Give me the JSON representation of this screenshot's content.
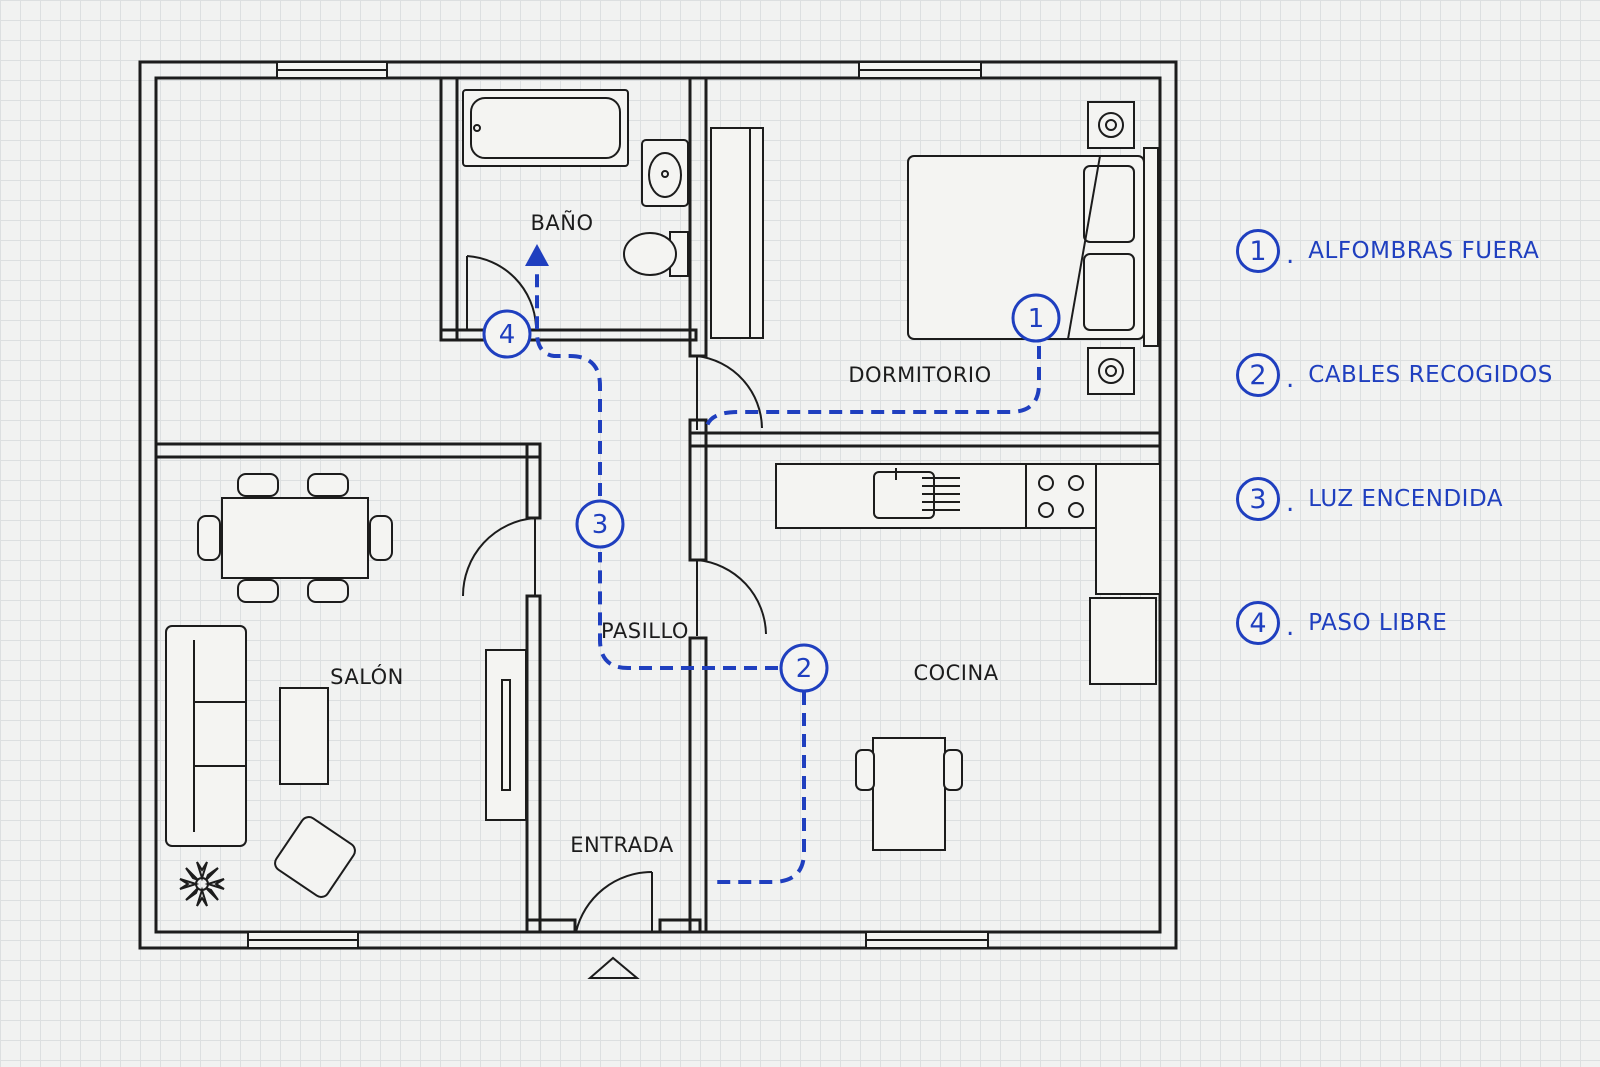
{
  "rooms": {
    "bathroom": "BAÑO",
    "bedroom": "DORMITORIO",
    "living": "SALÓN",
    "hallway": "PASILLO",
    "kitchen": "COCINA",
    "entrance": "ENTRADA"
  },
  "markers": [
    "1",
    "2",
    "3",
    "4"
  ],
  "legend": [
    {
      "num": "1",
      "dot": ".",
      "text": "ALFOMBRAS FUERA"
    },
    {
      "num": "2",
      "dot": ".",
      "text": "CABLES RECOGIDOS"
    },
    {
      "num": "3",
      "dot": ".",
      "text": "LUZ ENCENDIDA"
    },
    {
      "num": "4",
      "dot": ".",
      "text": "PASO LIBRE"
    }
  ],
  "colors": {
    "accent": "#1f3fbf",
    "ink": "#1c1c1c",
    "paper": "#f1f2f1"
  }
}
